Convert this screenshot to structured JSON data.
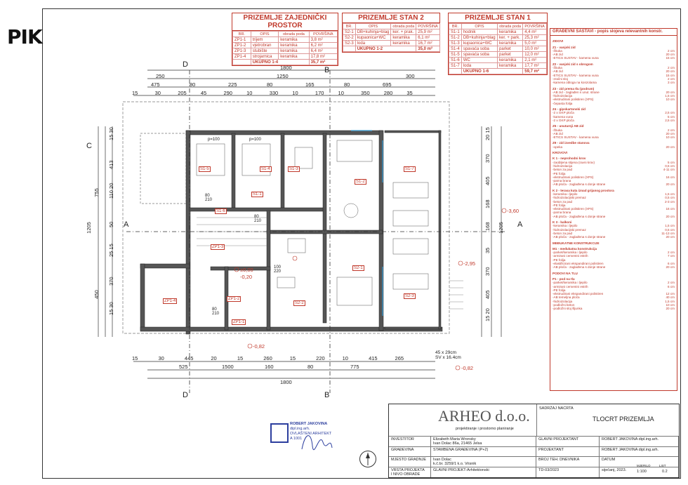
{
  "logo": "PIK",
  "table_zajednicki": {
    "title": "PRIZEMLJE ZAJEDNIČKI PROSTOR",
    "headers": [
      "BR.",
      "OPIS",
      "obrada poda",
      "POVRŠINA"
    ],
    "rows": [
      [
        "ZP1-1",
        "trijem",
        "keramika",
        "3,8 m²"
      ],
      [
        "ZP1-2",
        "vjetrobran",
        "keramika",
        "6,2 m²"
      ],
      [
        "ZP1-3",
        "stubište",
        "keramika",
        "6,4 m²"
      ],
      [
        "ZP1-4",
        "strojarnica",
        "keramika",
        "17,8 m²"
      ]
    ],
    "total_label": "UKUPNO 1-4",
    "total_value": "35,7 m²"
  },
  "table_stan2": {
    "title": "PRIZEMLJE STAN 2",
    "headers": [
      "BR.",
      "OPIS",
      "obrada poda",
      "POVRŠINA"
    ],
    "rows": [
      [
        "S2-1",
        "DB+kuhinja+blag",
        "ker. + prak.",
        "25,9 m²"
      ],
      [
        "S2-2",
        "kupaonica+WC",
        "keramika",
        "6,1 m²"
      ],
      [
        "S2-3",
        "loda",
        "keramika",
        "16,7 m²"
      ]
    ],
    "total_label": "UKUPNO 1-2",
    "total_value": "35,0 m²"
  },
  "table_stan1": {
    "title": "PRIZEMLJE STAN 1",
    "headers": [
      "BR.",
      "OPIS",
      "obrada poda",
      "POVRŠINA"
    ],
    "rows": [
      [
        "S1-1",
        "hodnik",
        "keramika",
        "4,4 m²"
      ],
      [
        "S1-2",
        "DB+kuhinja+blag",
        "ker. + park.",
        "25,3 m²"
      ],
      [
        "S1-3",
        "kupaonica+WC",
        "keramika",
        "5,0 m²"
      ],
      [
        "S1-4",
        "spavaća soba",
        "parket",
        "10,0 m²"
      ],
      [
        "S1-5",
        "spavaća soba",
        "parket",
        "12,0 m²"
      ],
      [
        "S1-6",
        "WC",
        "keramika",
        "2,1 m²"
      ],
      [
        "S1-7",
        "loda",
        "keramika",
        "17,7 m²"
      ]
    ],
    "total_label": "UKUPNO 1-6",
    "total_value": "59,7 m²"
  },
  "notes": {
    "title": "GRAĐEVNI SASTAVI - popis slojeva relevantnih konstr.",
    "sections": [
      {
        "head": "ZIDOVI",
        "lines": []
      },
      {
        "head": "Z1 - vanjski zid",
        "lines": [
          [
            "-žbuka",
            "2 cm"
          ],
          [
            "-AB zid",
            "20 cm"
          ],
          [
            "-ETICS SUSTAV - kamena vuna",
            "15 cm"
          ]
        ]
      },
      {
        "head": "Z2 - vanjski zid s obrogom",
        "lines": [
          [
            "-žbuka",
            "2 cm"
          ],
          [
            "-AB zid",
            "20 cm"
          ],
          [
            "-ETICS SUSTAV - kamena vuna",
            "15 cm"
          ],
          [
            "-zračni sloj",
            "2 cm"
          ],
          [
            "-kamena obloga na konzolama",
            "3 cm"
          ]
        ]
      },
      {
        "head": "Z3 - zid prema tlu (podrum)",
        "lines": [
          [
            "-AB zid - zaglađen s unut. strane",
            "20 cm"
          ],
          [
            "-hidroizolacija",
            "1,5 cm"
          ],
          [
            "-ekstrudirani polistiren (XPS)",
            "10 cm"
          ],
          [
            "-čepasta folija",
            ""
          ]
        ]
      },
      {
        "head": "Z4 - gipskartonski zid",
        "lines": [
          [
            "-2 x GKP ploča",
            "2,5 cm"
          ],
          [
            "-kamena vuna",
            "5 cm"
          ],
          [
            "-2 x GKP ploča",
            "2,5 cm"
          ]
        ]
      },
      {
        "head": "Z5 - unutarnji AB zid",
        "lines": [
          [
            "-žbuka",
            "2 cm"
          ],
          [
            "-AB zid",
            "20 cm"
          ],
          [
            "-ETICS SUSTAV - kamena vuna",
            "10 cm"
          ]
        ]
      },
      {
        "head": "Z9 - zid izvedbe stanova",
        "lines": [
          [
            "-opeka",
            "20 cm"
          ]
        ]
      },
      {
        "head": "KROVOVI",
        "lines": []
      },
      {
        "head": "K 1 - neprohodni krov",
        "lines": [
          [
            "-zaobljena stijena (ravni krov)",
            "5 cm"
          ],
          [
            "-hidroizolacija",
            "0,5 cm"
          ],
          [
            "-beton za pad",
            "4-11 cm"
          ],
          [
            "-PE folija",
            ""
          ],
          [
            "-ekstrudirani polistiren (XPS)",
            "16 cm"
          ],
          [
            "-parna brana",
            ""
          ],
          [
            "-AB ploča - zaglađena s donje strane",
            "20 cm"
          ]
        ]
      },
      {
        "head": "K 2 - terasa kuta iznad grijanog prostora",
        "lines": [
          [
            "-keramika i ljepilo",
            "1,5 cm"
          ],
          [
            "-hidroizolacijski premaz",
            "0,5 cm"
          ],
          [
            "-beton za pad",
            "2-3 cm"
          ],
          [
            "-PE folija",
            ""
          ],
          [
            "-ekstrudirani polistiren (XPS)",
            "16 cm"
          ],
          [
            "-parna brana",
            ""
          ],
          [
            "-AB ploča - zaglađena s donje strane",
            "20 cm"
          ]
        ]
      },
      {
        "head": "K 3 - balkoni",
        "lines": [
          [
            "-keramika i ljepilo",
            "1,5 cm"
          ],
          [
            "-hidroizolacijski premaz",
            "0,5 cm"
          ],
          [
            "-beton za pad",
            "11-13 cm"
          ],
          [
            "-AB ploča - zaglađena s donje strane",
            "20 cm"
          ]
        ]
      },
      {
        "head": "MEĐUKATNE KONSTRUKCIJE",
        "lines": []
      },
      {
        "head": "M1 - međukatna konstrukcija",
        "lines": [
          [
            "-parket/keramika i ljepilo",
            "2 cm"
          ],
          [
            "-armirani cementni estrih",
            "7 cm"
          ],
          [
            "-PE folija",
            ""
          ],
          [
            "-elastificirani ekspandirani polistiren",
            "6 cm"
          ],
          [
            "-AB ploča - zaglađena s donje strane",
            "20 cm"
          ]
        ]
      },
      {
        "head": "PODOVI NA TLU",
        "lines": []
      },
      {
        "head": "P1 - pod na tlu",
        "lines": [
          [
            "-parket/keramika i ljepilo",
            "2 cm"
          ],
          [
            "-armirani cementni estrih",
            "6 cm"
          ],
          [
            "-PE folija",
            ""
          ],
          [
            "-ekstrudirani ekspandirani polistiren",
            "12 cm"
          ],
          [
            "-AB temeljna ploča",
            "40 cm"
          ],
          [
            "-hidroizolacija",
            "1,5 cm"
          ],
          [
            "-podložni beton",
            "10 cm"
          ],
          [
            "-podložni sloj šljunka",
            "20 cm"
          ]
        ]
      }
    ]
  },
  "dims_top": {
    "overall": "1800",
    "left": "250",
    "mid": "1250",
    "right": "300",
    "row3": [
      "475",
      "80",
      "225",
      "80",
      "165",
      "80",
      "695"
    ],
    "row4": [
      "15",
      "30",
      "205",
      "45",
      "290",
      "10",
      "330",
      "10",
      "170",
      "10",
      "350",
      "280",
      "35"
    ]
  },
  "dims_bottom": {
    "overall": "1800",
    "row1": [
      "15",
      "30",
      "445",
      "20",
      "15",
      "260",
      "15",
      "220",
      "10",
      "415",
      "265"
    ],
    "row2": [
      "525",
      "1500",
      "160",
      "80",
      "775"
    ],
    "right_note": "45 x 29cm\nSV x 16.4cm"
  },
  "dims_left": {
    "total": "1205",
    "upper": "755",
    "lower": "450",
    "parts": [
      "15 30",
      "413",
      "110 20",
      "50",
      "25 15",
      "370",
      "15 30"
    ]
  },
  "dims_right": {
    "total": "1205",
    "parts": [
      "20 15",
      "370",
      "405",
      "168",
      "168",
      "35",
      "370",
      "405",
      "15 20"
    ]
  },
  "section_markers": {
    "A": "A",
    "B": "B",
    "C": "C",
    "D": "D"
  },
  "rooms": [
    "S1-5",
    "S1-4",
    "S1-3",
    "S1-2",
    "S1-7",
    "S1-1",
    "S1-6",
    "ZP1-3",
    "ZP1-4",
    "ZP1-2",
    "ZP1-1",
    "S2-1",
    "S2-2",
    "S2-3"
  ],
  "levels": [
    "±0,00",
    "-0,20",
    "-3,60",
    "-2,95",
    "-0,82"
  ],
  "door_labels": [
    "p=100",
    "p=100",
    "80\n210",
    "80\n210",
    "100\n220",
    "80\n210"
  ],
  "title_block": {
    "company": "ARHEO d.o.o.",
    "company_sub": "projektiranje i prostorno planiranje",
    "content_label": "SADRŽAJ NACRTA",
    "drawing_title": "TLOCRT PRIZEMLJA",
    "rows": [
      [
        "INVESTITOR",
        "Elizabeth Maria Wronsky\nIvan Dolac 86a, 21465 Jelsa",
        "GLAVNI PROJEKTANT",
        "ROBERT JAKOVINA dipl.ing.arh."
      ],
      [
        "GRAĐEVINA",
        "STAMBENA GRAĐEVINA (P+2)",
        "PROJEKTANT",
        "ROBERT JAKOVINA dipl.ing.arh."
      ],
      [
        "MJESTO GRADNJE",
        "Ivan Dolac\nk.č.br. 3259/1 k.o. Vrisnik",
        "BROJ TEH. DNEVNIKA",
        "DATUM"
      ],
      [
        "VRSTA PROJEKTA\nI NIVO OBRADE",
        "GLAVNI PROJEKT-Arhitektonski",
        "TD-03/2023",
        "siječanj, 2023."
      ]
    ],
    "scale": "1:100",
    "sheet": "0.2",
    "mjerilo_label": "MJERILO",
    "list_label": "LIST"
  },
  "stamp": {
    "name": "ROBERT JAKOVINA",
    "title": "dipl.ing.arh.",
    "auth": "OVLAŠTENI ARHITEKT",
    "num": "A 1001"
  }
}
